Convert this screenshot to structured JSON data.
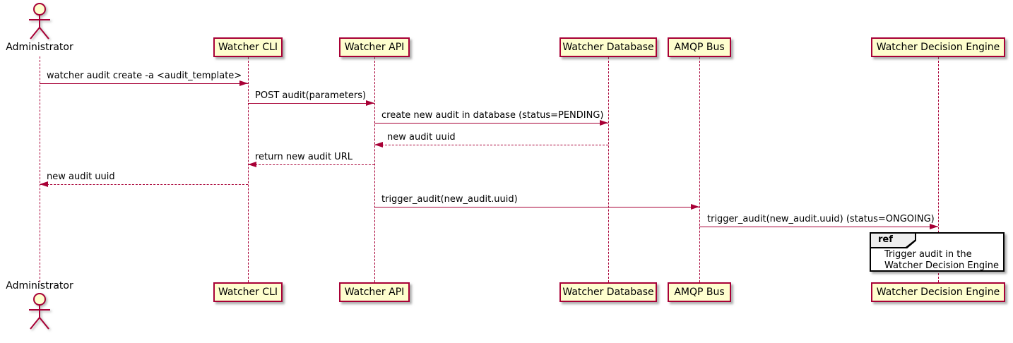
{
  "diagram": {
    "type": "sequence-diagram",
    "style": "plantuml"
  },
  "colors": {
    "accent": "#A80036",
    "participant_fill": "#FEFECE",
    "text": "#000000",
    "ref_fill": "#FFFFFF",
    "ref_header_fill": "#EEEEEE",
    "ref_border": "#000000"
  },
  "actor": {
    "name": "Administrator"
  },
  "participants": [
    {
      "name": "Watcher CLI"
    },
    {
      "name": "Watcher API"
    },
    {
      "name": "Watcher Database"
    },
    {
      "name": "AMQP Bus"
    },
    {
      "name": "Watcher Decision Engine"
    }
  ],
  "messages": [
    {
      "from": "Administrator",
      "to": "Watcher CLI",
      "line": "solid",
      "label": "watcher audit create -a <audit_template>"
    },
    {
      "from": "Watcher CLI",
      "to": "Watcher API",
      "line": "solid",
      "label": "POST audit(parameters)"
    },
    {
      "from": "Watcher API",
      "to": "Watcher Database",
      "line": "solid",
      "label": "create new audit in database (status=PENDING)"
    },
    {
      "from": "Watcher Database",
      "to": "Watcher API",
      "line": "dashed",
      "label": "new audit uuid"
    },
    {
      "from": "Watcher API",
      "to": "Watcher CLI",
      "line": "dashed",
      "label": "return new audit URL"
    },
    {
      "from": "Watcher CLI",
      "to": "Administrator",
      "line": "dashed",
      "label": "new audit uuid"
    },
    {
      "from": "Watcher API",
      "to": "AMQP Bus",
      "line": "solid",
      "label": "trigger_audit(new_audit.uuid)"
    },
    {
      "from": "AMQP Bus",
      "to": "Watcher Decision Engine",
      "line": "solid",
      "label": "trigger_audit(new_audit.uuid) (status=ONGOING)"
    }
  ],
  "ref_fragment": {
    "keyword": "ref",
    "over": "Watcher Decision Engine",
    "lines": [
      "Trigger audit in the",
      "Watcher Decision Engine"
    ]
  }
}
